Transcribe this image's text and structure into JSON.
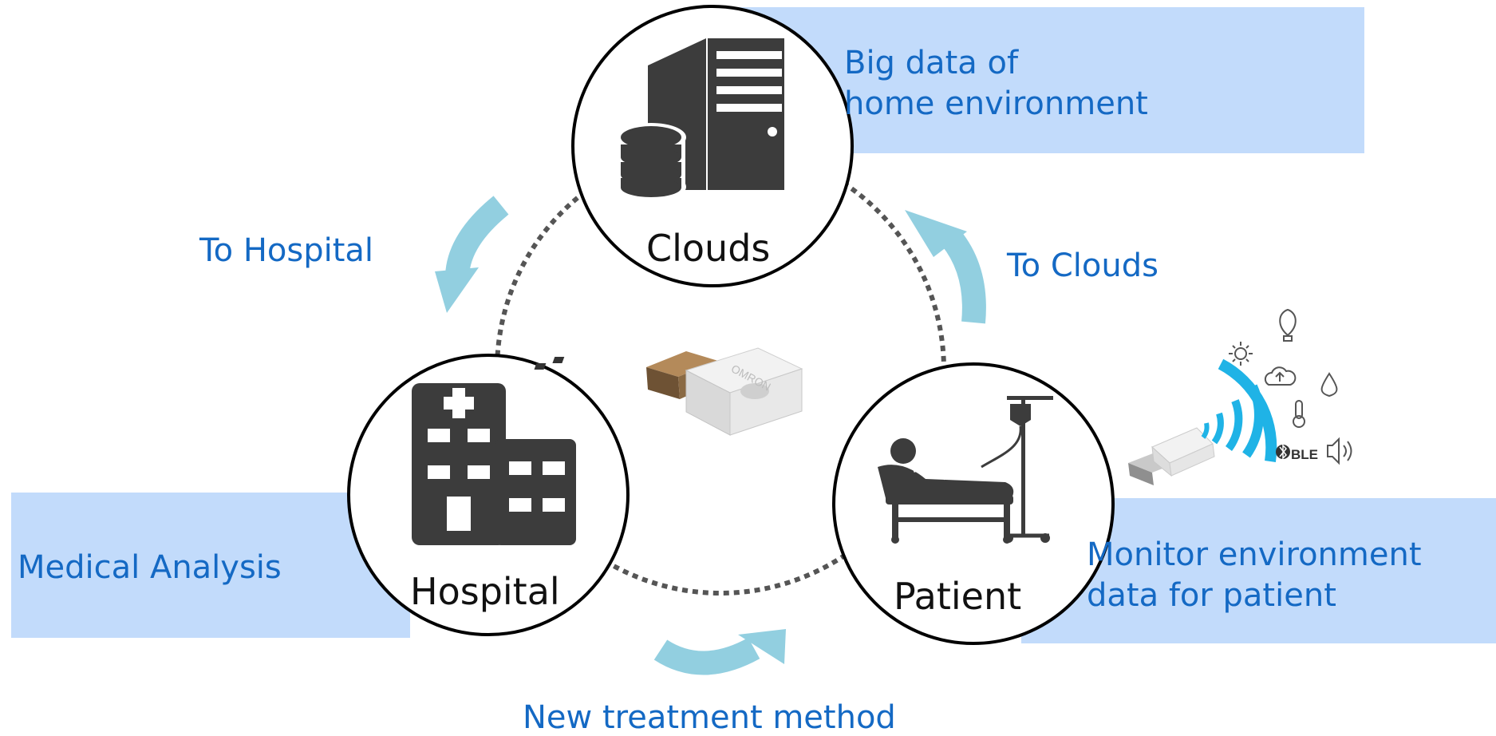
{
  "nodes": {
    "clouds": {
      "label": "Clouds"
    },
    "hospital": {
      "label": "Hospital"
    },
    "patient": {
      "label": "Patient"
    }
  },
  "annotations": {
    "big_data": [
      "Big data of",
      "home environment"
    ],
    "medical_analysis": "Medical Analysis",
    "monitor": [
      "Monitor environment",
      "data for patient"
    ]
  },
  "flows": {
    "to_hospital": "To Hospital",
    "to_clouds": "To Clouds",
    "new_treatment": "New treatment method"
  },
  "sensor": {
    "brand": "OMRON",
    "ble_label": "BLE"
  },
  "colors": {
    "band": "#c2dbfb",
    "arrow": "#92cfe0",
    "text_blue": "#1469c4",
    "icon": "#3c3c3c",
    "wave": "#1fb3e6"
  }
}
